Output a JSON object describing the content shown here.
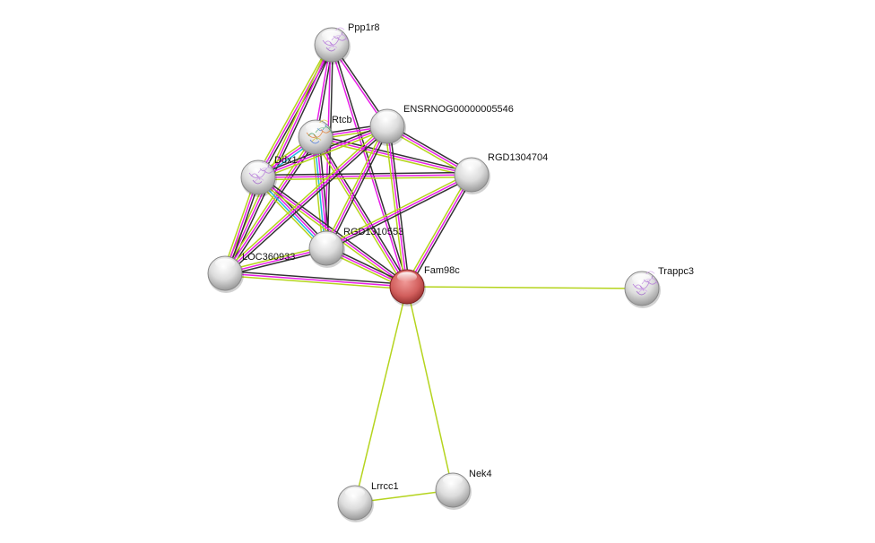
{
  "network": {
    "query_node": "Fam98c",
    "colors": {
      "coexpression": "#333333",
      "experiments": "#e81ee8",
      "textmining": "#b5d41e",
      "database": "#22b8e0",
      "query_node": "#d9605f",
      "node": "#e4e4e4"
    },
    "nodes": [
      {
        "id": "Ppp1r8",
        "label": "Ppp1r8",
        "structure": true
      },
      {
        "id": "ENSRNOG00000005546",
        "label": "ENSRNOG00000005546",
        "structure": false
      },
      {
        "id": "Rtcb",
        "label": "Rtcb",
        "structure": true
      },
      {
        "id": "Ddx1",
        "label": "Ddx1",
        "structure": true
      },
      {
        "id": "RGD1304704",
        "label": "RGD1304704",
        "structure": false
      },
      {
        "id": "RGD1310553",
        "label": "RGD1310553",
        "structure": false
      },
      {
        "id": "LOC360933",
        "label": "LOC360933",
        "structure": false
      },
      {
        "id": "Fam98c",
        "label": "Fam98c",
        "structure": false
      },
      {
        "id": "Trappc3",
        "label": "Trappc3",
        "structure": true
      },
      {
        "id": "Lrrcc1",
        "label": "Lrrcc1",
        "structure": false
      },
      {
        "id": "Nek4",
        "label": "Nek4",
        "structure": false
      }
    ],
    "edges": [
      {
        "a": "Ppp1r8",
        "b": "Rtcb",
        "types": [
          "coexpression",
          "experiments"
        ]
      },
      {
        "a": "Ppp1r8",
        "b": "Ddx1",
        "types": [
          "coexpression",
          "experiments",
          "textmining"
        ]
      },
      {
        "a": "Ppp1r8",
        "b": "ENSRNOG00000005546",
        "types": [
          "coexpression",
          "experiments"
        ]
      },
      {
        "a": "Ppp1r8",
        "b": "LOC360933",
        "types": [
          "coexpression",
          "experiments",
          "textmining"
        ]
      },
      {
        "a": "Ppp1r8",
        "b": "Fam98c",
        "types": [
          "coexpression",
          "experiments"
        ]
      },
      {
        "a": "Ppp1r8",
        "b": "RGD1310553",
        "types": [
          "coexpression",
          "experiments"
        ]
      },
      {
        "a": "Rtcb",
        "b": "Ddx1",
        "types": [
          "database",
          "experiments",
          "textmining"
        ]
      },
      {
        "a": "Rtcb",
        "b": "ENSRNOG00000005546",
        "types": [
          "coexpression",
          "experiments",
          "textmining"
        ]
      },
      {
        "a": "Rtcb",
        "b": "RGD1304704",
        "types": [
          "coexpression",
          "experiments",
          "textmining"
        ]
      },
      {
        "a": "Rtcb",
        "b": "RGD1310553",
        "types": [
          "coexpression",
          "experiments",
          "database",
          "textmining"
        ]
      },
      {
        "a": "Rtcb",
        "b": "LOC360933",
        "types": [
          "coexpression",
          "experiments",
          "textmining"
        ]
      },
      {
        "a": "Rtcb",
        "b": "Fam98c",
        "types": [
          "coexpression",
          "experiments",
          "textmining"
        ]
      },
      {
        "a": "Ddx1",
        "b": "ENSRNOG00000005546",
        "types": [
          "coexpression",
          "experiments",
          "textmining"
        ]
      },
      {
        "a": "Ddx1",
        "b": "RGD1304704",
        "types": [
          "coexpression",
          "experiments",
          "textmining"
        ]
      },
      {
        "a": "Ddx1",
        "b": "RGD1310553",
        "types": [
          "coexpression",
          "experiments",
          "database",
          "textmining"
        ]
      },
      {
        "a": "Ddx1",
        "b": "LOC360933",
        "types": [
          "coexpression",
          "experiments",
          "textmining"
        ]
      },
      {
        "a": "Ddx1",
        "b": "Fam98c",
        "types": [
          "coexpression",
          "experiments",
          "textmining"
        ]
      },
      {
        "a": "ENSRNOG00000005546",
        "b": "RGD1304704",
        "types": [
          "coexpression",
          "experiments",
          "textmining"
        ]
      },
      {
        "a": "ENSRNOG00000005546",
        "b": "RGD1310553",
        "types": [
          "coexpression",
          "experiments",
          "textmining"
        ]
      },
      {
        "a": "ENSRNOG00000005546",
        "b": "LOC360933",
        "types": [
          "coexpression",
          "experiments",
          "textmining"
        ]
      },
      {
        "a": "ENSRNOG00000005546",
        "b": "Fam98c",
        "types": [
          "coexpression",
          "experiments",
          "textmining"
        ]
      },
      {
        "a": "RGD1304704",
        "b": "RGD1310553",
        "types": [
          "coexpression",
          "experiments",
          "textmining"
        ]
      },
      {
        "a": "RGD1304704",
        "b": "Fam98c",
        "types": [
          "coexpression",
          "experiments",
          "textmining"
        ]
      },
      {
        "a": "RGD1310553",
        "b": "LOC360933",
        "types": [
          "coexpression",
          "experiments",
          "textmining"
        ]
      },
      {
        "a": "RGD1310553",
        "b": "Fam98c",
        "types": [
          "coexpression",
          "experiments",
          "textmining"
        ]
      },
      {
        "a": "LOC360933",
        "b": "Fam98c",
        "types": [
          "coexpression",
          "experiments",
          "textmining"
        ]
      },
      {
        "a": "Fam98c",
        "b": "Trappc3",
        "types": [
          "textmining"
        ]
      },
      {
        "a": "Fam98c",
        "b": "Lrrcc1",
        "types": [
          "textmining"
        ]
      },
      {
        "a": "Fam98c",
        "b": "Nek4",
        "types": [
          "textmining"
        ]
      },
      {
        "a": "Lrrcc1",
        "b": "Nek4",
        "types": [
          "textmining"
        ]
      }
    ]
  }
}
